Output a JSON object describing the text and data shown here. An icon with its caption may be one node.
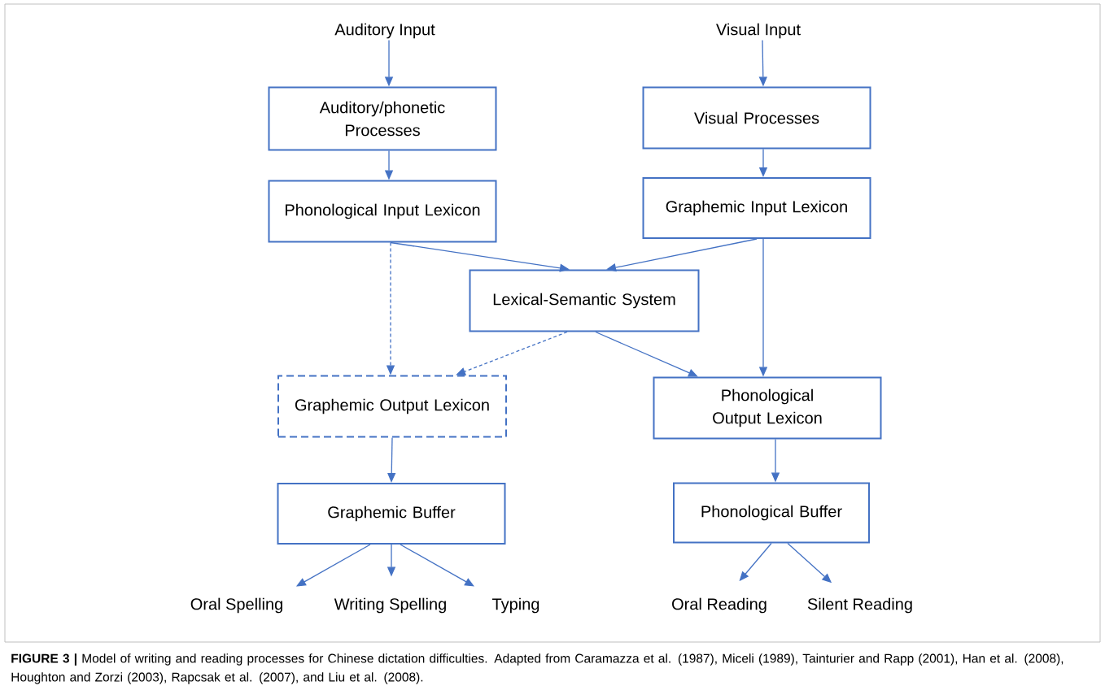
{
  "diagram": {
    "caption": "**FIGURE 3 |** Model of writing and reading processes for Chinese dictation difficulties. Adapted from Caramazza et al. (1987), Miceli (1989), Tainturier and Rapp (2001), Han et al. (2008), Houghton and Zorzi (2003), Rapcsak et al. (2007), and Liu et al. (2008).",
    "nodes": [
      {
        "text": [
          "Auditory Input"
        ]
      },
      {
        "text": [
          "Visual Input"
        ]
      },
      {
        "text": [
          "Auditory/phonetic Processes"
        ]
      },
      {
        "text": [
          "Visual Processes"
        ]
      },
      {
        "text": [
          "Phonological Input Lexicon"
        ]
      },
      {
        "text": [
          "Graphemic Input Lexicon"
        ]
      },
      {
        "text": [
          "Lexical-Semantic System"
        ]
      },
      {
        "text": [
          "Graphemic Output Lexicon"
        ]
      },
      {
        "text": [
          "Phonological Output Lexicon"
        ]
      },
      {
        "text": [
          "Graphemic Buffer"
        ]
      },
      {
        "text": [
          "Phonological Buffer"
        ]
      },
      {
        "text": [
          "Oral Spelling"
        ]
      },
      {
        "text": [
          "Writing Spelling"
        ]
      },
      {
        "text": [
          "Typing"
        ]
      },
      {
        "text": [
          "Oral Reading"
        ]
      },
      {
        "text": [
          "Silent Reading"
        ]
      }
    ],
    "edges": [
      {
        "from": 0,
        "to": 2,
        "arrow": "to"
      },
      {
        "from": 1,
        "to": 3,
        "arrow": "to"
      },
      {
        "from": 2,
        "to": 4,
        "arrow": "to"
      },
      {
        "from": 3,
        "to": 5,
        "arrow": "to"
      },
      {
        "from": 4,
        "to": 6,
        "arrow": "to"
      },
      {
        "from": 5,
        "to": 6,
        "arrow": "to"
      },
      {
        "from": 4,
        "to": 7,
        "arrow": "to",
        "style": "dashed"
      },
      {
        "from": 6,
        "to": 7,
        "arrow": "to",
        "style": "dashed"
      },
      {
        "from": 6,
        "to": 8,
        "arrow": "to"
      },
      {
        "from": 5,
        "to": 8,
        "arrow": "to"
      },
      {
        "from": 7,
        "to": 9,
        "arrow": "to"
      },
      {
        "from": 8,
        "to": 10,
        "arrow": "to"
      },
      {
        "from": 9,
        "to": 11,
        "arrow": "to"
      },
      {
        "from": 9,
        "to": 12,
        "arrow": "to"
      },
      {
        "from": 9,
        "to": 13,
        "arrow": "to"
      },
      {
        "from": 10,
        "to": 14,
        "arrow": "to"
      },
      {
        "from": 10,
        "to": 15,
        "arrow": "to"
      }
    ]
  }
}
